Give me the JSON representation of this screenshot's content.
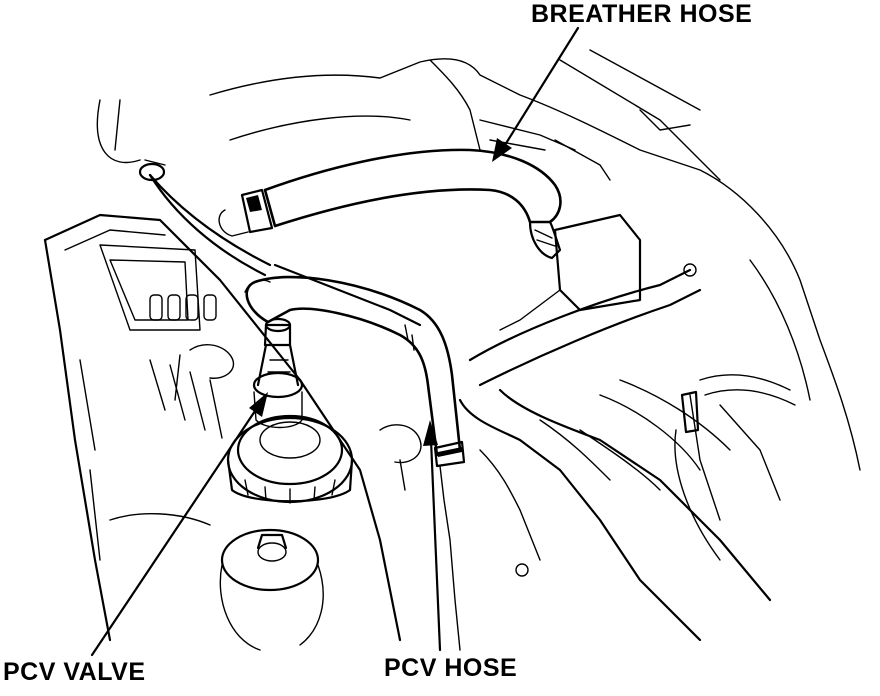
{
  "labels": {
    "breather_hose": "BREATHER HOSE",
    "pcv_valve": "PCV VALVE",
    "pcv_hose": "PCV HOSE"
  },
  "colors": {
    "ink": "#000000",
    "paper": "#ffffff"
  }
}
